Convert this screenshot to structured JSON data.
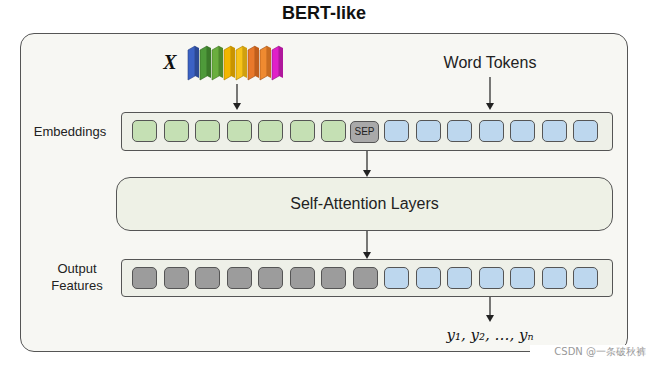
{
  "diagram": {
    "nodes": [
      {
        "text": [
          "BERT-like"
        ]
      },
      {
        "text": [
          "Embeddings"
        ],
        "in": 0
      },
      {
        "text": [
          "SEP"
        ],
        "in": 1
      },
      {
        "text": [
          "Self-Attention Layers"
        ],
        "in": 0
      },
      {
        "text": [
          "Output Features"
        ],
        "in": 0
      }
    ],
    "edges": [
      {
        "from": 1,
        "to": 3,
        "arrow": "to"
      },
      {
        "from": 3,
        "to": 4,
        "arrow": "to"
      }
    ],
    "labels": [
      "X",
      "Word Tokens",
      "y₁, y₂, …, yₙ",
      "CSDN @一条破秋裤"
    ]
  }
}
